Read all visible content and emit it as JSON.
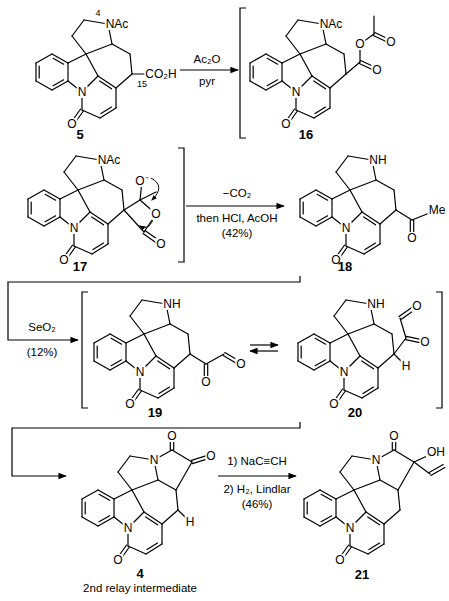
{
  "diagram": {
    "nodes": [
      {
        "text": [
          "5"
        ]
      },
      {
        "text": [
          "16"
        ]
      },
      {
        "text": [
          "17"
        ]
      },
      {
        "text": [
          "18"
        ]
      },
      {
        "text": [
          "19"
        ]
      },
      {
        "text": [
          "20"
        ]
      },
      {
        "text": [
          "4",
          "2nd relay intermediate"
        ]
      },
      {
        "text": [
          "21"
        ]
      }
    ],
    "edges": [
      {
        "from": 0,
        "to": 1,
        "arrow": "to"
      },
      {
        "from": 2,
        "to": 3,
        "arrow": "to"
      },
      {
        "from": 3,
        "to": 4,
        "arrow": "to"
      },
      {
        "from": 4,
        "to": 5,
        "arrow": "both"
      },
      {
        "from": 5,
        "to": 6,
        "arrow": "to"
      },
      {
        "from": 6,
        "to": 7,
        "arrow": "to"
      }
    ],
    "labels": [
      "4",
      "NAc",
      "15",
      "CO₂H",
      "N",
      "O",
      "Ac₂O",
      "pyr",
      "NAc",
      "O",
      "O",
      "O",
      "N",
      "O",
      "NAc",
      "O⁻",
      "O",
      "O",
      "N",
      "O",
      "−CO₂",
      "then HCl, AcOH",
      "(42%)",
      "NH",
      "O",
      "Me",
      "N",
      "O",
      "SeO₂",
      "(12%)",
      "NH",
      "O",
      "O",
      "N",
      "O",
      "NH",
      "O",
      "O",
      "H",
      "N",
      "O",
      "N",
      "O",
      "O",
      "H",
      "N",
      "O",
      "1) NaC≡CH",
      "2) H₂, Lindlar",
      "(46%)",
      "N",
      "O",
      "OH",
      "N",
      "O"
    ]
  }
}
